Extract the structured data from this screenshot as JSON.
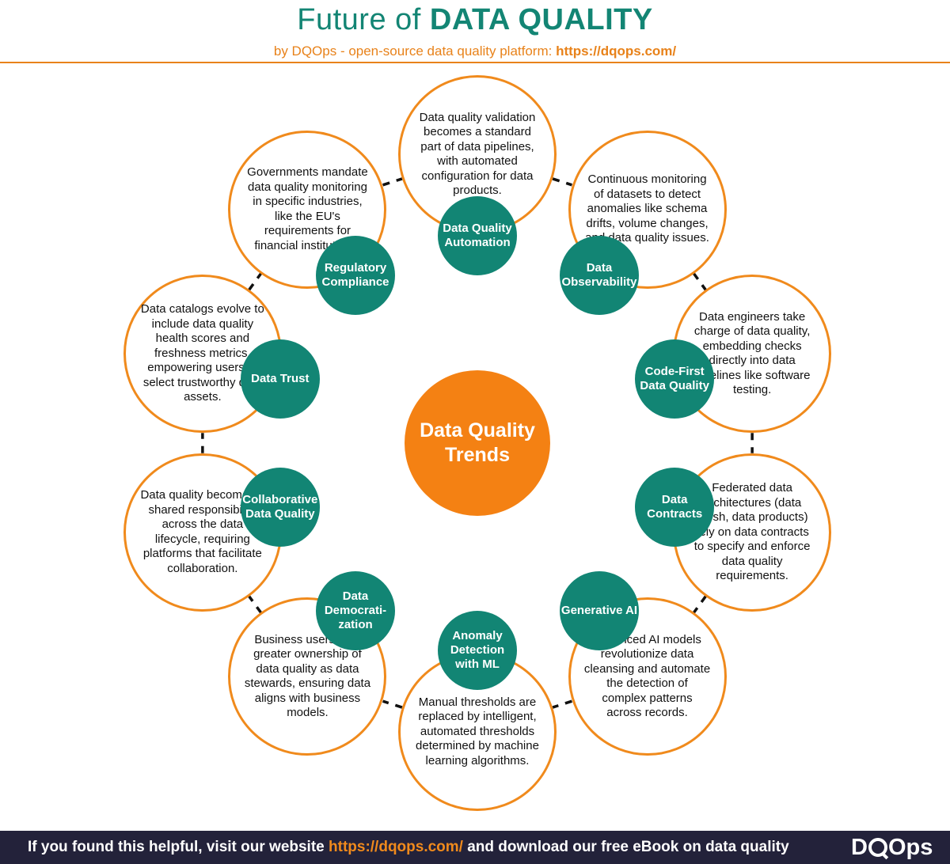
{
  "header": {
    "title_prefix": "Future of ",
    "title_bold": "DATA QUALITY",
    "subtitle_prefix": "by DQOps - open-source data quality platform: ",
    "subtitle_link": "https://dqops.com/"
  },
  "center": {
    "label": "Data Quality Trends"
  },
  "colors": {
    "accent_orange": "#f08a1c",
    "teal": "#128574",
    "navy": "#23223a"
  },
  "trends": [
    {
      "label": "Data Quality Automation",
      "text": "Data quality validation becomes a standard part of data pipelines, with automated configuration for data products."
    },
    {
      "label": "Data Observability",
      "text": "Continuous monitoring of datasets to detect anomalies like schema drifts, volume changes, and data quality issues."
    },
    {
      "label": "Code-First Data Quality",
      "text": "Data engineers take charge of data quality, embedding checks directly into data pipelines like software testing."
    },
    {
      "label": "Data Contracts",
      "text": "Federated data architectures (data mesh, data products) rely on data contracts to specify and enforce data quality requirements."
    },
    {
      "label": "Generative AI",
      "text": "Advanced AI models revolutionize data cleansing and automate the detection of complex patterns across records."
    },
    {
      "label": "Anomaly Detection with ML",
      "text": "Manual thresholds are replaced by intelligent, automated thresholds determined by machine learning algorithms."
    },
    {
      "label": "Data Democrati-zation",
      "text": "Business users take greater ownership of data quality as data stewards, ensuring data aligns with business models."
    },
    {
      "label": "Collaborative Data Quality",
      "text": "Data quality becomes a shared responsibility across the data lifecycle, requiring platforms that facilitate collaboration."
    },
    {
      "label": "Data Trust",
      "text": "Data catalogs evolve to include data quality health scores and freshness metrics, empowering users to select trustworthy data assets."
    },
    {
      "label": "Regulatory Compliance",
      "text": "Governments mandate data quality monitoring in specific industries, like the EU's requirements for financial institutions."
    }
  ],
  "footer": {
    "text_prefix": "If you found this helpful, visit our website ",
    "link": "https://dqops.com/",
    "text_suffix": " and download our free eBook on data quality",
    "logo_left": "D",
    "logo_right": "Ops"
  }
}
